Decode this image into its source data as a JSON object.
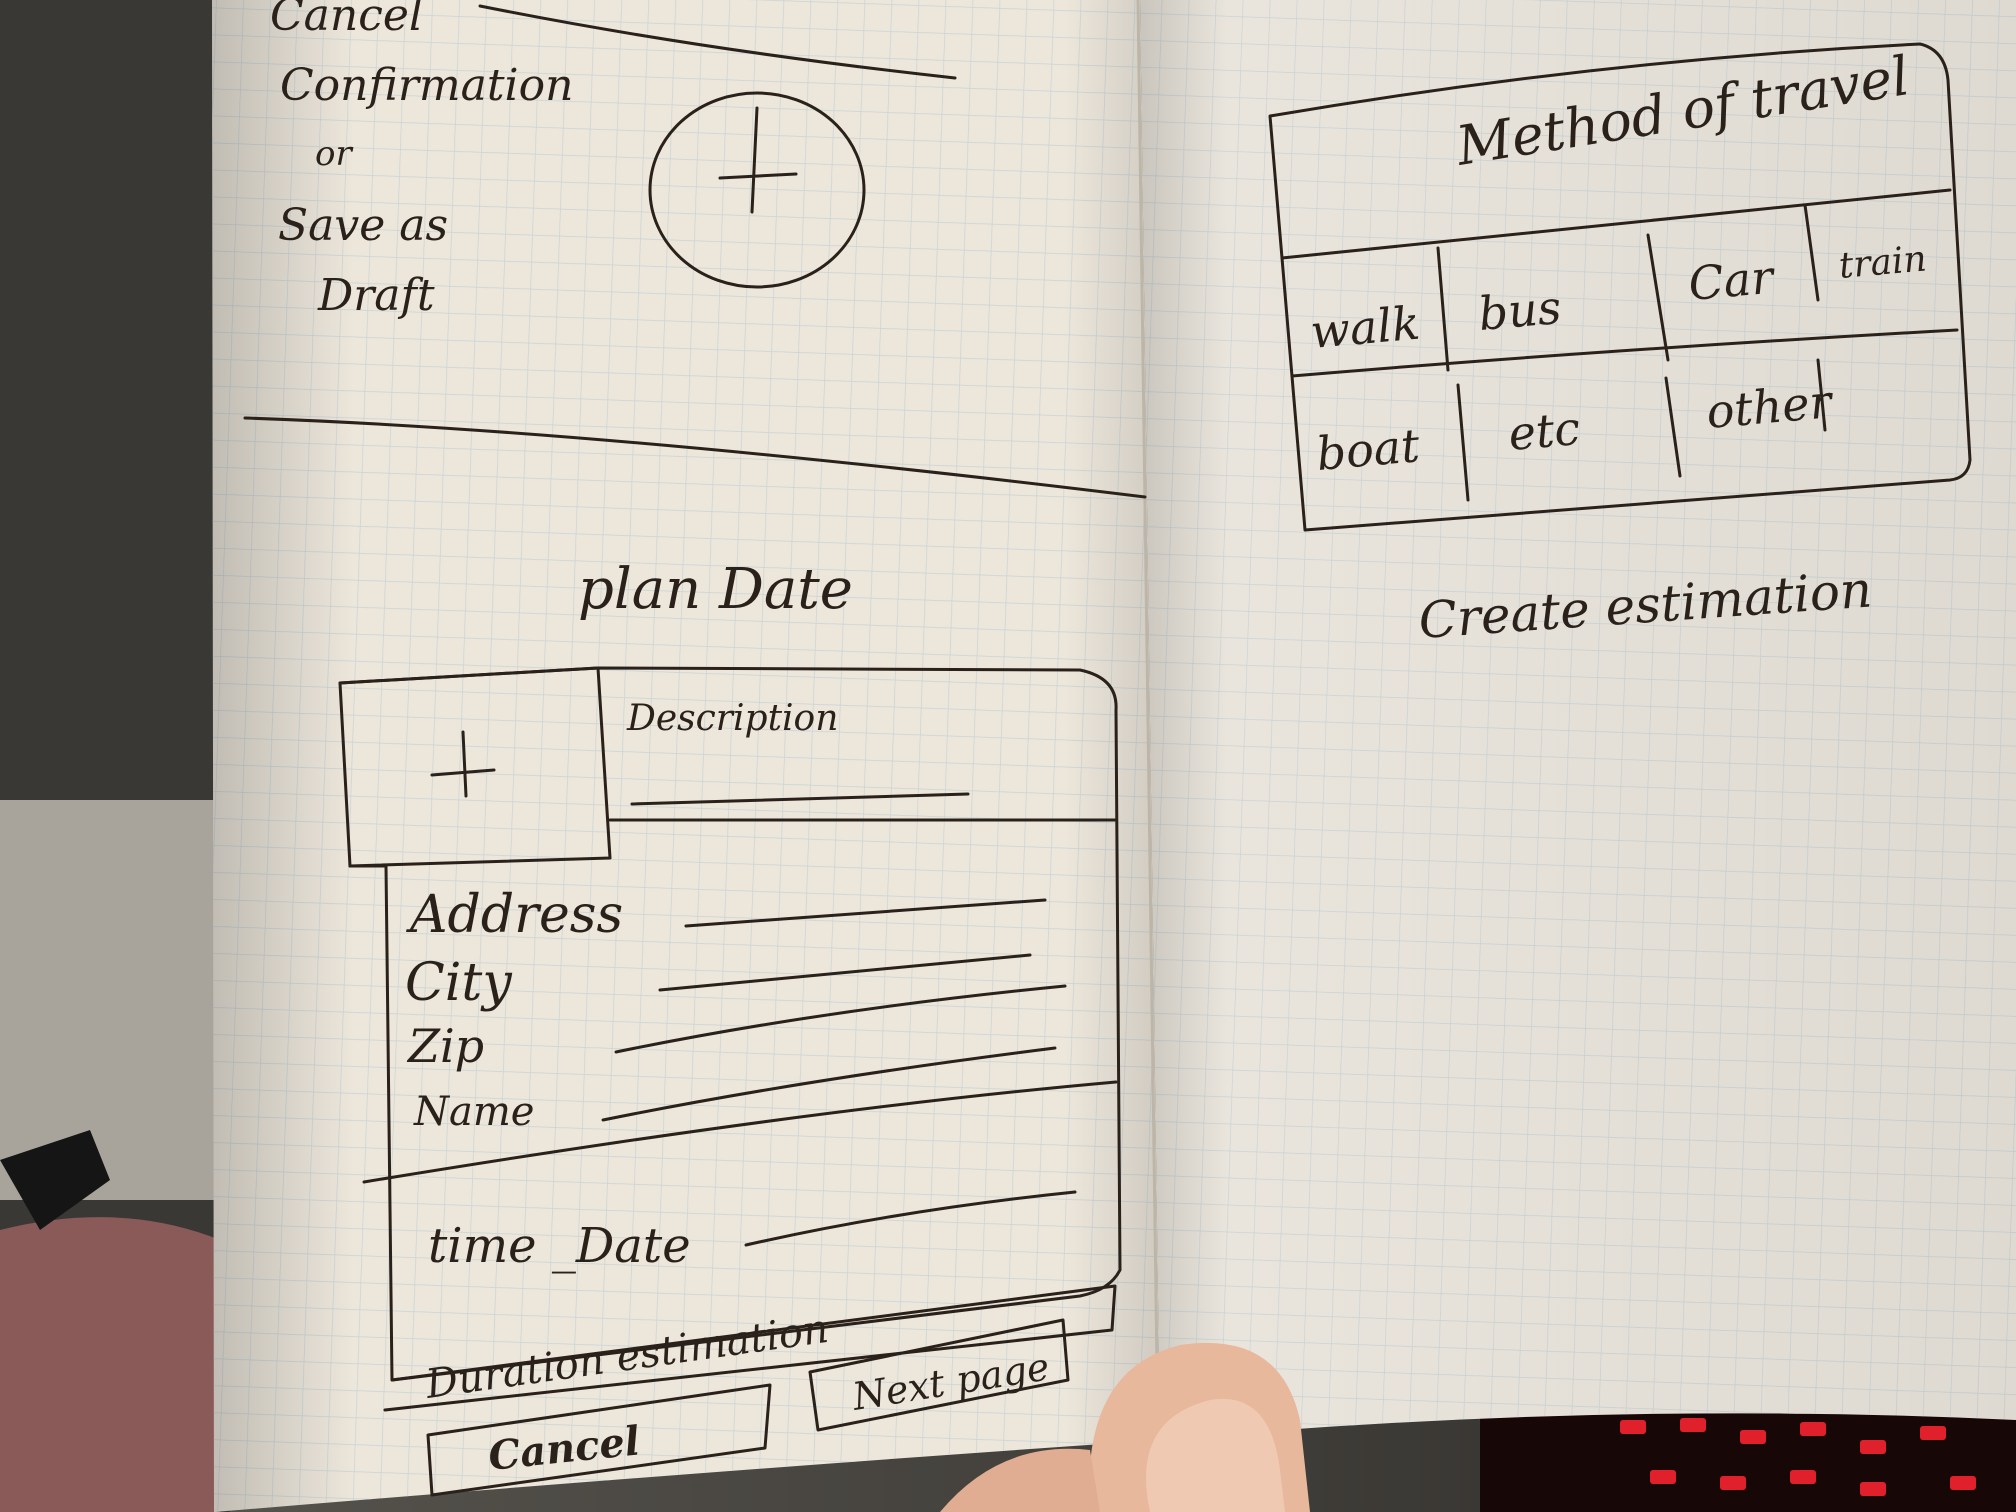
{
  "left_page": {
    "top_notes": [
      "Cancel",
      "Confirmation",
      "or",
      "Save as",
      "Draft"
    ],
    "screen_title": "plan Date",
    "form": {
      "description_label": "Description",
      "address_label": "Address",
      "city_label": "City",
      "zip_label": "Zip",
      "name_label": "Name",
      "time_date_label": "time _Date",
      "duration_label": "Duration estimation",
      "cancel_label": "Cancel",
      "next_label": "Next page"
    }
  },
  "right_page": {
    "header": "Method of travel",
    "options_row1": [
      "walk",
      "bus",
      "Car",
      "train"
    ],
    "options_row2": [
      "boat",
      "etc",
      "other"
    ],
    "caption": "Create estimation"
  },
  "colors": {
    "paper": "#ece6db",
    "grid_line": "#c9d3d6",
    "ink": "#2a211b",
    "keyboard_glow": "#e0202a"
  },
  "icons": [
    "plus-icon",
    "plus-icon"
  ]
}
